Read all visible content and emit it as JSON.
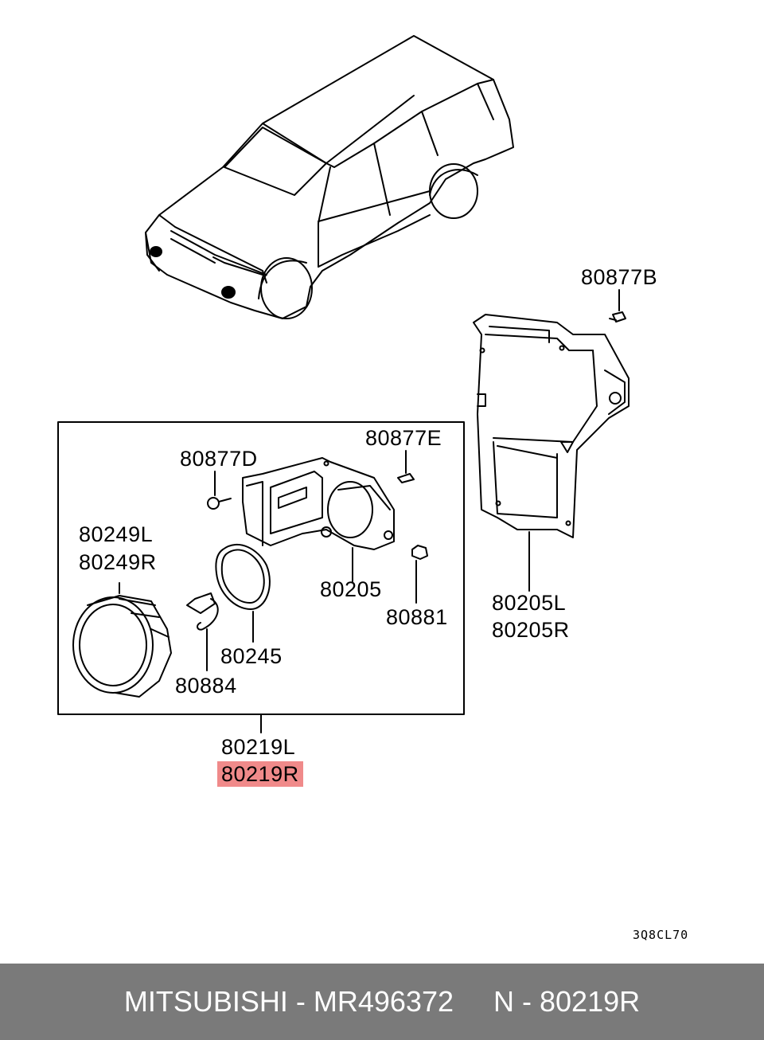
{
  "labels": {
    "p80877b": "80877B",
    "p80877d": "80877D",
    "p80877e": "80877E",
    "p80249l": "80249L",
    "p80249r": "80249R",
    "p80205": "80205",
    "p80881": "80881",
    "p80245": "80245",
    "p80884": "80884",
    "p80205l": "80205L",
    "p80205r": "80205R",
    "p80219l": "80219L",
    "p80219r": "80219R"
  },
  "diagram_code": "3Q8CL70",
  "footer": {
    "brand": "MITSUBISHI",
    "sep1": " - ",
    "part_number": "MR496372",
    "gap": "     ",
    "ref_prefix": "N",
    "sep2": " - ",
    "ref_code": "80219R"
  },
  "colors": {
    "highlight": "#f08a8a",
    "footer_bg": "#7a7a7a",
    "line": "#000000"
  }
}
